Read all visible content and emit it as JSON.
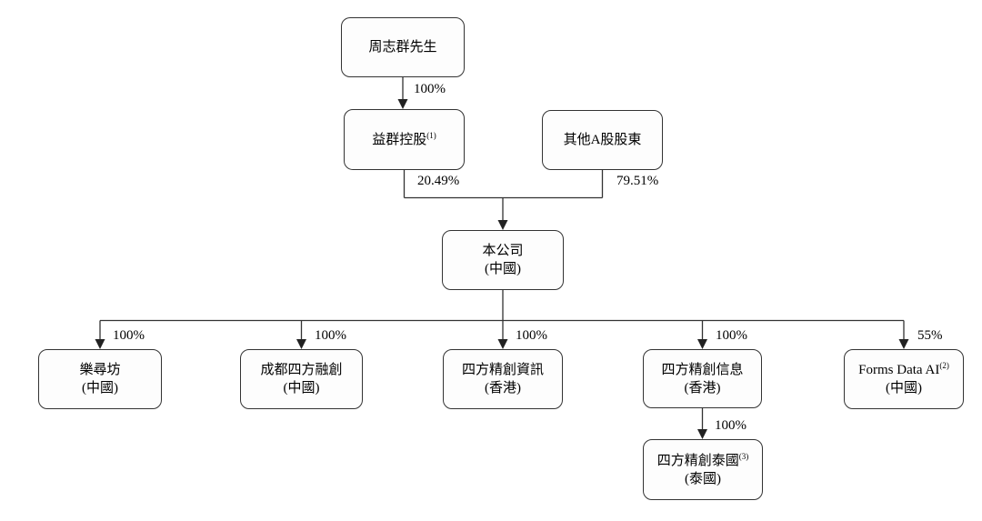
{
  "diagram": {
    "title": "corporate-shareholding-structure",
    "nodes": {
      "zhou": {
        "name": "周志群先生"
      },
      "yiqun": {
        "name": "益群控股",
        "sup": "(1)"
      },
      "other_a": {
        "name": "其他A股股東"
      },
      "company": {
        "name": "本公司",
        "place": "(中國)"
      },
      "lexunfang": {
        "name": "樂尋坊",
        "place": "(中國)"
      },
      "chengdu": {
        "name": "成都四方融創",
        "place": "(中國)"
      },
      "sifang_zixun": {
        "name": "四方精創資訊",
        "place": "(香港)"
      },
      "sifang_xinxi": {
        "name": "四方精創信息",
        "place": "(香港)"
      },
      "forms_data": {
        "name": "Forms Data AI",
        "sup": "(2)",
        "place": "(中國)"
      },
      "thailand": {
        "name": "四方精創泰國",
        "sup": "(3)",
        "place": "(泰國)"
      }
    },
    "edge_labels": {
      "zhou_to_yiqun": "100%",
      "yiqun_to_company": "20.49%",
      "other_a_to_company": "79.51%",
      "company_to_lexunfang": "100%",
      "company_to_chengdu": "100%",
      "company_to_sifang_zixun": "100%",
      "company_to_sifang_xinxi": "100%",
      "company_to_forms_data": "55%",
      "sifang_xinxi_to_thailand": "100%"
    },
    "colors": {
      "background": "#ffffff",
      "line": "#333333",
      "box_border": "#333333",
      "box_fill": "#fdfdfd",
      "text": "#000000"
    }
  }
}
